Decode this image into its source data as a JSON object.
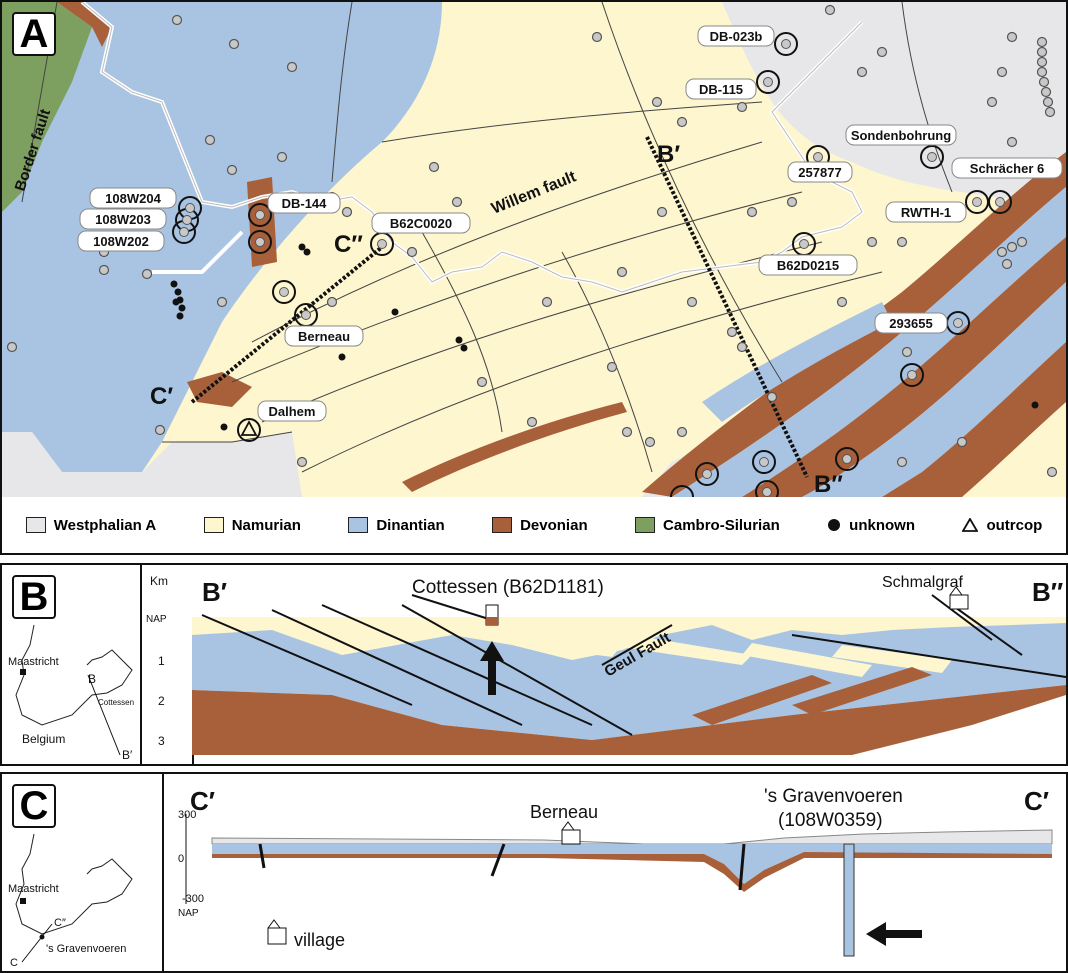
{
  "panel_a": {
    "letter": "A",
    "fault_labels": {
      "border": "Border fault",
      "willem": "Willem fault"
    },
    "wells": [
      "DB-023b",
      "DB-115",
      "Sondenbohrung",
      "Schrächer 6",
      "RWTH-1",
      "257877",
      "B62D0215",
      "293655",
      "108W204",
      "108W203",
      "108W202",
      "DB-144",
      "B62C0020",
      "Berneau",
      "Dalhem"
    ],
    "section_markers": {
      "b_start": "B′",
      "b_end": "B″",
      "c_start": "C′",
      "c_end": "C″"
    }
  },
  "legend": [
    {
      "label": "Westphalian A",
      "color": "#e7e7e9",
      "kind": "box"
    },
    {
      "label": "Namurian",
      "color": "#fdf6cf",
      "kind": "box"
    },
    {
      "label": "Dinantian",
      "color": "#a9c4e2",
      "kind": "box"
    },
    {
      "label": "Devonian",
      "color": "#a8603a",
      "kind": "box"
    },
    {
      "label": "Cambro-Silurian",
      "color": "#7da061",
      "kind": "box"
    },
    {
      "label": "unknown",
      "color": "#111111",
      "kind": "dot"
    },
    {
      "label": "outrcop",
      "color": "#111111",
      "kind": "triangle"
    }
  ],
  "panel_b": {
    "letter": "B",
    "inset": {
      "city": "Maastricht",
      "country": "Belgium",
      "village": "Cottessen",
      "marker_start": "B",
      "marker_end": "B′"
    },
    "axis": {
      "unit": "Km",
      "ticks": [
        "NAP",
        "1",
        "2",
        "3"
      ]
    },
    "ends": {
      "left": "B′",
      "right": "B″"
    },
    "labels": {
      "well": "Cottessen (B62D1181)",
      "village": "Schmalgraf",
      "fault": "Geul Fault"
    }
  },
  "panel_c": {
    "letter": "C",
    "inset": {
      "city": "Maastricht",
      "village": "'s Gravenvoeren",
      "marker_start": "C",
      "marker_end": "C″"
    },
    "axis": {
      "ticks": [
        "300",
        "0",
        "-300",
        "NAP"
      ]
    },
    "ends": {
      "left": "C′",
      "right": "C′"
    },
    "labels": {
      "village": "Berneau",
      "well_name": "'s Gravenvoeren",
      "well_id": "(108W0359)"
    },
    "village_legend": "village"
  }
}
